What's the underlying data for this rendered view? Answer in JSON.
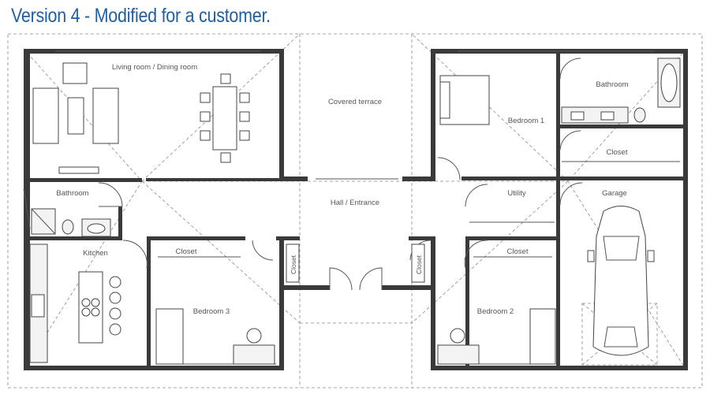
{
  "header": {
    "title": "Version 4 - Modified for a customer."
  },
  "rooms": {
    "living_dining": "Living room / Dining room",
    "covered_terrace": "Covered terrace",
    "bedroom1": "Bedroom 1",
    "bathroom_right": "Bathroom",
    "closet_right": "Closet",
    "bathroom_left": "Bathroom",
    "hall": "Hall / Entrance",
    "utility": "Utility",
    "garage": "Garage",
    "kitchen": "Kitchen",
    "closet_bed3": "Closet",
    "bedroom3": "Bedroom 3",
    "closet_left_v": "Closet",
    "closet_right_v": "Closet",
    "closet_bed2": "Closet",
    "bedroom2": "Bedroom 2"
  },
  "colors": {
    "title": "#1f5fa3",
    "wall": "#3a3a3a"
  }
}
